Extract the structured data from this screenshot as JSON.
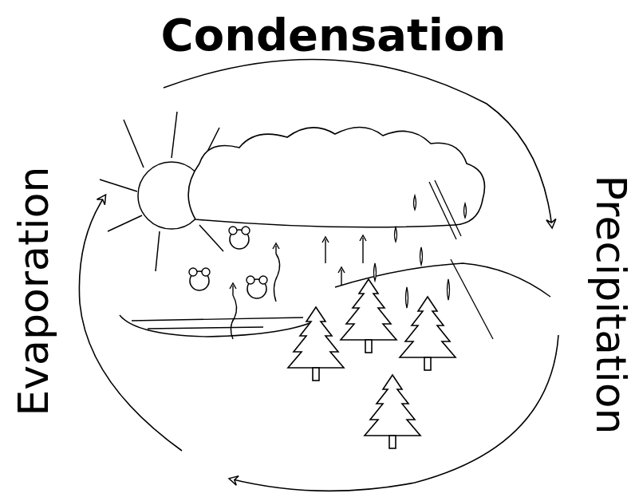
{
  "diagram": {
    "labels": [
      "Condensation",
      "Evaporation",
      "Precipitation"
    ]
  }
}
